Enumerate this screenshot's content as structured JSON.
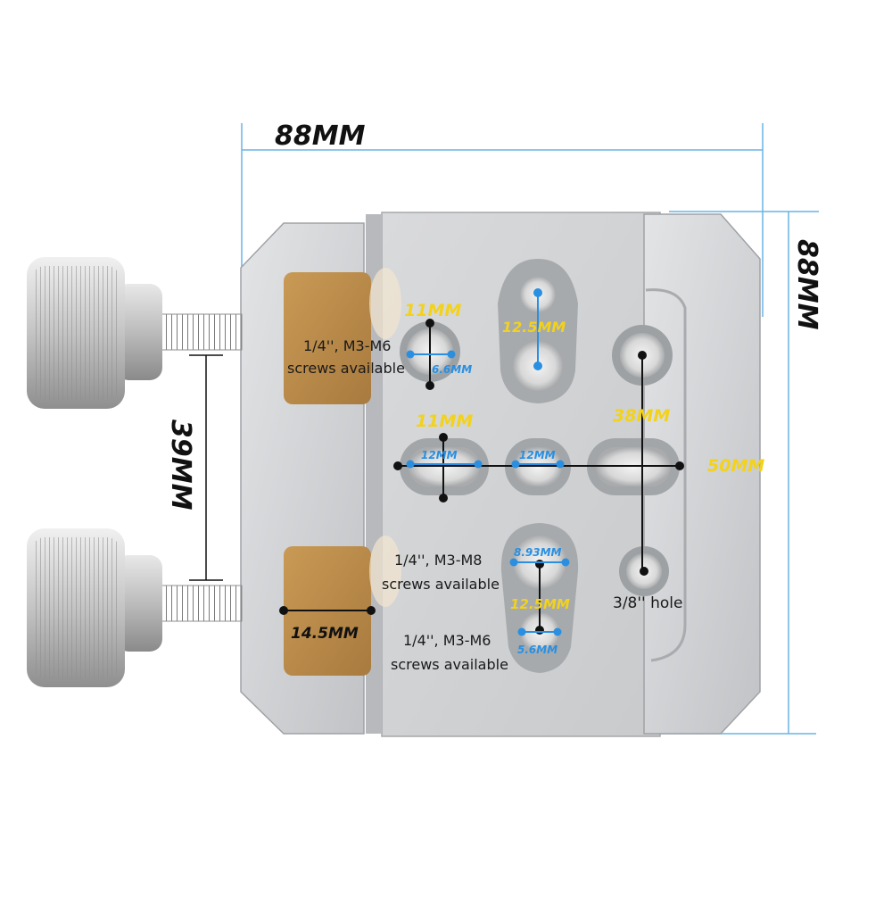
{
  "dimensions": {
    "width_total": "88MM",
    "height_total": "88MM",
    "knob_spacing": "39MM",
    "pad_width": "14.5MM",
    "hole_top_left": "11MM",
    "hole_top_left_small": "6.6MM",
    "slot_top": "12.5MM",
    "slot_row_spacing": "11MM",
    "slot_left_width": "12MM",
    "slot_center_width": "12MM",
    "span_38": "38MM",
    "span_50": "50MM",
    "lower_slot_top": "8.93MM",
    "lower_slot_spacing": "12.5MM",
    "lower_slot_bottom": "5.6MM"
  },
  "notes": {
    "top_left_line1": "1/4'', M3-M6",
    "top_left_line2": "screws available",
    "mid_line1": "1/4'', M3-M8",
    "mid_line2": "screws available",
    "bottom_line1": "1/4'', M3-M6",
    "bottom_line2": "screws available",
    "hole_label": "3/8'' hole"
  },
  "colors": {
    "plate": "#cfd1d3",
    "pad": "#b88a4a",
    "dimension_line": "#69b4e6",
    "yellow_label": "#f3d21a",
    "blue_label": "#2a8fe0"
  }
}
